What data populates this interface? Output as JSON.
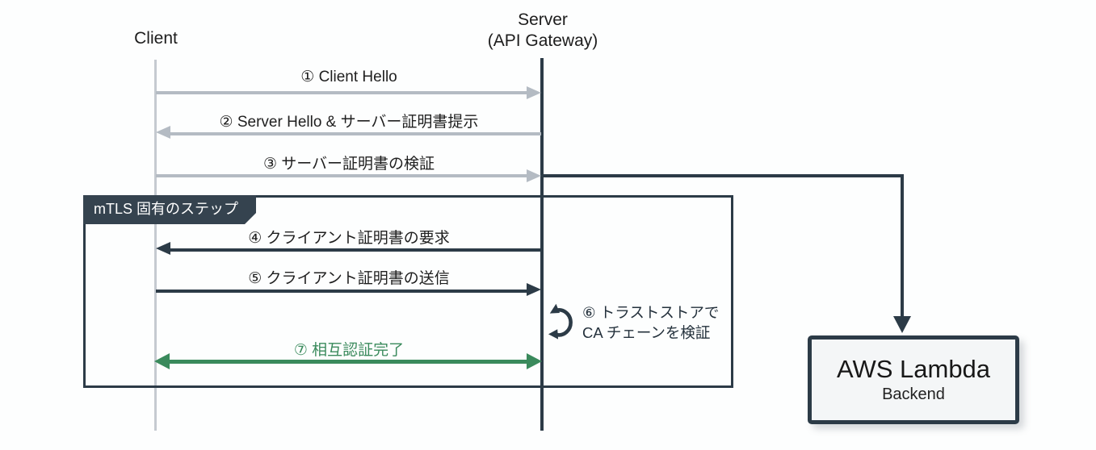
{
  "diagram": {
    "title_implicit": "mTLS handshake sequence",
    "actors": [
      {
        "id": "client",
        "label": "Client"
      },
      {
        "id": "server",
        "label": "Server",
        "sublabel": "(API Gateway)"
      }
    ],
    "group": {
      "label": "mTLS 固有のステップ"
    },
    "messages": [
      {
        "label": "① Client Hello",
        "from": "client",
        "to": "server",
        "style": "gray"
      },
      {
        "label": "② Server Hello & サーバー証明書提示",
        "from": "server",
        "to": "client",
        "style": "gray"
      },
      {
        "label": "③ サーバー証明書の検証",
        "from": "client",
        "to": "server",
        "style": "gray"
      },
      {
        "label": "④ クライアント証明書の要求",
        "from": "server",
        "to": "client",
        "style": "dark"
      },
      {
        "label": "⑤ クライアント証明書の送信",
        "from": "client",
        "to": "server",
        "style": "dark"
      },
      {
        "line1": "⑥ トラストストアで",
        "line2": "CA チェーンを検証",
        "type": "self-loop",
        "at": "server"
      },
      {
        "label": "⑦ 相互認証完了",
        "from": "client",
        "to": "server",
        "style": "green",
        "bidirectional": true
      }
    ],
    "backend_box": {
      "title": "AWS Lambda",
      "subtitle": "Backend"
    },
    "colors": {
      "dark_navy": "#2c3b47",
      "gray_arrow": "#b4bbc3",
      "green": "#3a8a5c",
      "tab_bg": "#35434f",
      "lambda_fill": "#f4f6f7",
      "text": "#1f1f1f"
    }
  }
}
